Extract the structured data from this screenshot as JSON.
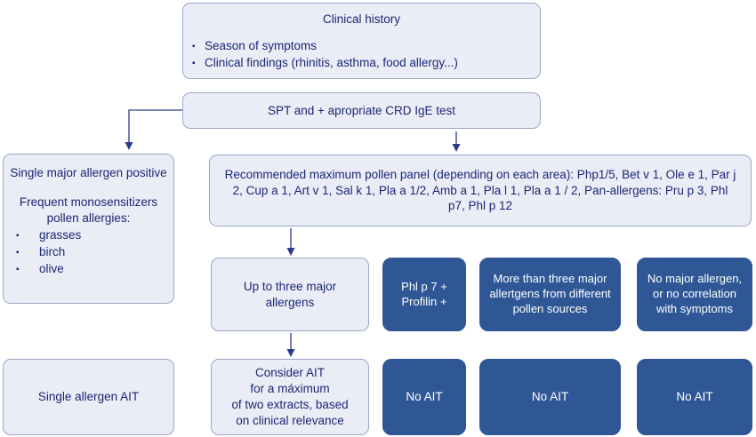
{
  "colors": {
    "dark_box_bg": "#2F5796",
    "light_box_bg": "#EAEDF6",
    "light_box_border": "#9CA6C9",
    "navy_text": "#1C2674",
    "dark_box_text": "#FFFFFF",
    "connector": "#2B3A8C"
  },
  "icons": {
    "bullet": "▪"
  },
  "top": {
    "clinical_history": {
      "title": "Clinical history",
      "bullets": [
        "Season of symptoms",
        "Clinical  findings (rhinitis, asthma, food allergy...)"
      ]
    },
    "spt": {
      "label": "SPT and + apropriate CRD IgE test"
    }
  },
  "left_branch": {
    "single_major": {
      "title": "Single major allergen positive",
      "subtitle": "Frequent monosensitizers pollen allergies:",
      "bullets": [
        "grasses",
        "birch",
        "olive"
      ]
    },
    "single_allergen_ait": {
      "label": "Single allergen AIT"
    }
  },
  "main_branch": {
    "pollen_panel": {
      "label": "Recommended  maximum pollen panel (depending on each area): Php1/5, Bet v 1, Ole e 1, Par j 2, Cup a 1, Art v 1, Sal k 1, Pla a 1/2, Amb a 1, Pla l 1, Pla a 1 / 2, Pan-allergens: Pru p 3, Phl p7, Phl p 12"
    },
    "columns": [
      {
        "outcome": "Up to three major allergens",
        "decision_lines": [
          "Consider AIT",
          "for a máximum",
          "of two extracts, based",
          "on clinical relevance"
        ],
        "style": "light"
      },
      {
        "outcome": "Phl p 7 + Profilin +",
        "decision": "No AIT",
        "style": "dark"
      },
      {
        "outcome": "More than three major allertgens from different pollen sources",
        "decision": "No AIT",
        "style": "dark"
      },
      {
        "outcome": "No major allergen, or no correlation with symptoms",
        "decision": "No AIT",
        "style": "dark"
      }
    ]
  }
}
